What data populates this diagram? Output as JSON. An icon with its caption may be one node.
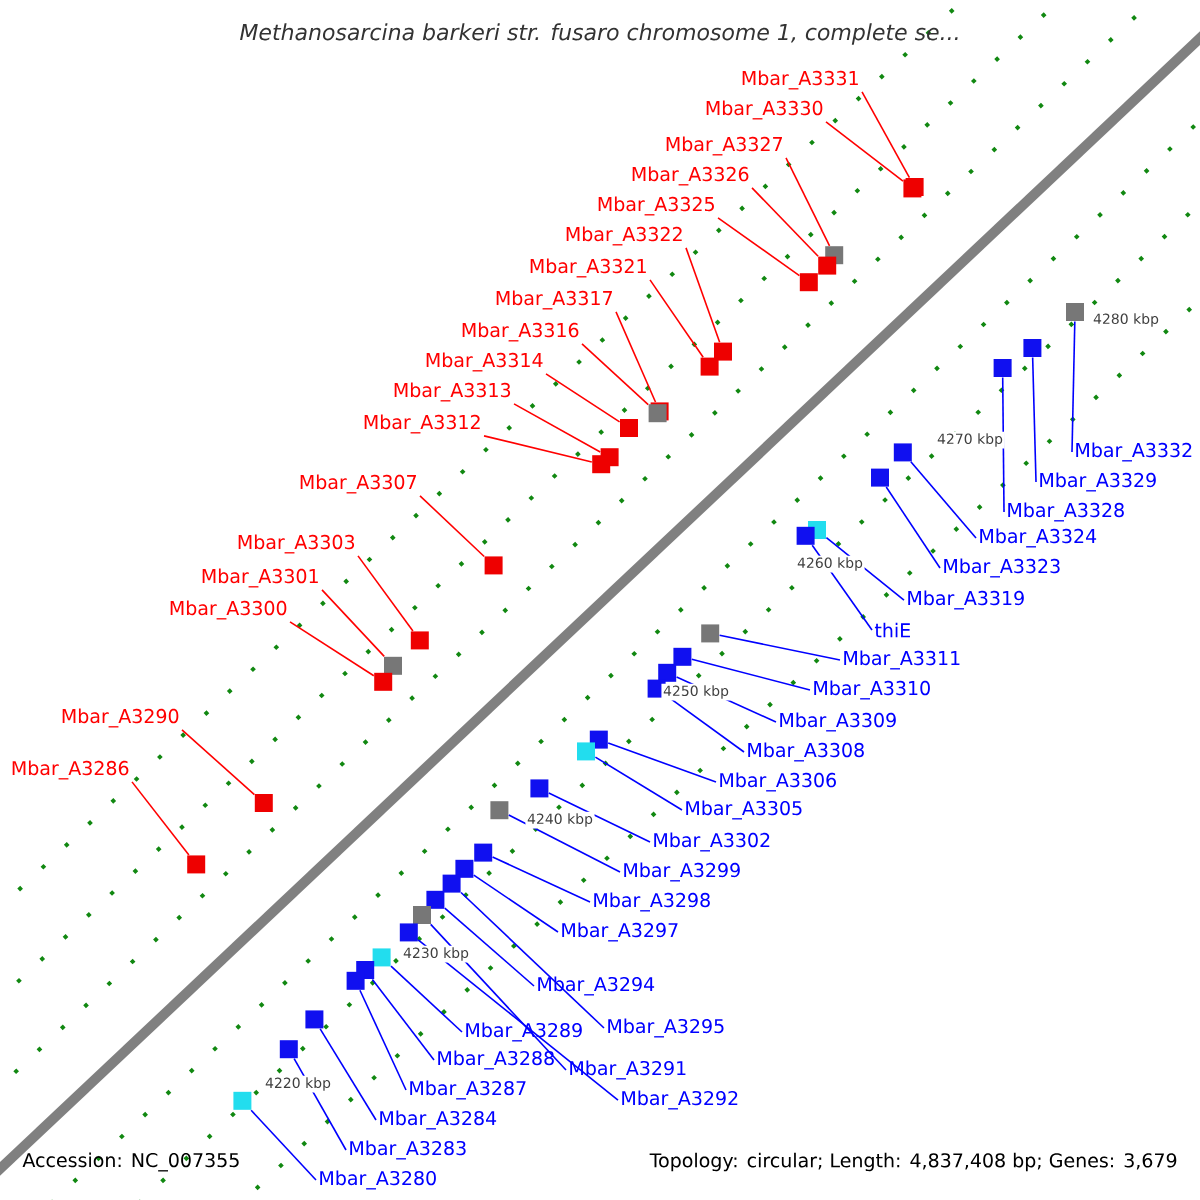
{
  "diagram": {
    "title": "Methanosarcina barkeri str. fusaro chromosome 1, complete se...",
    "nodes": [
      {
        "text": [
          "Mbar_A3331"
        ]
      },
      {
        "text": [
          "Mbar_A3330"
        ]
      },
      {
        "text": [
          "Mbar_A3327"
        ]
      },
      {
        "text": [
          "Mbar_A3326"
        ]
      },
      {
        "text": [
          "Mbar_A3325"
        ]
      },
      {
        "text": [
          "Mbar_A3322"
        ]
      },
      {
        "text": [
          "Mbar_A3321"
        ]
      },
      {
        "text": [
          "Mbar_A3317"
        ]
      },
      {
        "text": [
          "Mbar_A3316"
        ]
      },
      {
        "text": [
          "Mbar_A3314"
        ]
      },
      {
        "text": [
          "Mbar_A3313"
        ]
      },
      {
        "text": [
          "Mbar_A3312"
        ]
      },
      {
        "text": [
          "Mbar_A3307"
        ]
      },
      {
        "text": [
          "Mbar_A3303"
        ]
      },
      {
        "text": [
          "Mbar_A3301"
        ]
      },
      {
        "text": [
          "Mbar_A3300"
        ]
      },
      {
        "text": [
          "Mbar_A3290"
        ]
      },
      {
        "text": [
          "Mbar_A3286"
        ]
      },
      {
        "text": [
          "Mbar_A3332"
        ]
      },
      {
        "text": [
          "Mbar_A3329"
        ]
      },
      {
        "text": [
          "Mbar_A3328"
        ]
      },
      {
        "text": [
          "Mbar_A3324"
        ]
      },
      {
        "text": [
          "Mbar_A3323"
        ]
      },
      {
        "text": [
          "Mbar_A3319"
        ]
      },
      {
        "text": [
          "thiE"
        ]
      },
      {
        "text": [
          "Mbar_A3311"
        ]
      },
      {
        "text": [
          "Mbar_A3310"
        ]
      },
      {
        "text": [
          "Mbar_A3309"
        ]
      },
      {
        "text": [
          "Mbar_A3308"
        ]
      },
      {
        "text": [
          "Mbar_A3306"
        ]
      },
      {
        "text": [
          "Mbar_A3305"
        ]
      },
      {
        "text": [
          "Mbar_A3302"
        ]
      },
      {
        "text": [
          "Mbar_A3299"
        ]
      },
      {
        "text": [
          "Mbar_A3298"
        ]
      },
      {
        "text": [
          "Mbar_A3297"
        ]
      },
      {
        "text": [
          "Mbar_A3294"
        ]
      },
      {
        "text": [
          "Mbar_A3295"
        ]
      },
      {
        "text": [
          "Mbar_A3289"
        ]
      },
      {
        "text": [
          "Mbar_A3288"
        ]
      },
      {
        "text": [
          "Mbar_A3291"
        ]
      },
      {
        "text": [
          "Mbar_A3287"
        ]
      },
      {
        "text": [
          "Mbar_A3292"
        ]
      },
      {
        "text": [
          "Mbar_A3284"
        ]
      },
      {
        "text": [
          "Mbar_A3283"
        ]
      },
      {
        "text": [
          "Mbar_A3280"
        ]
      },
      {
        "text": [],
        "shape": "box"
      },
      {
        "text": [],
        "shape": "box"
      },
      {
        "text": [],
        "shape": "box"
      },
      {
        "text": [],
        "shape": "box"
      },
      {
        "text": [],
        "shape": "box"
      },
      {
        "text": [],
        "shape": "box"
      },
      {
        "text": [],
        "shape": "box"
      },
      {
        "text": [],
        "shape": "box"
      },
      {
        "text": [],
        "shape": "box"
      },
      {
        "text": [],
        "shape": "box"
      },
      {
        "text": [],
        "shape": "box"
      },
      {
        "text": [],
        "shape": "box"
      },
      {
        "text": [],
        "shape": "box"
      },
      {
        "text": [],
        "shape": "box"
      },
      {
        "text": [],
        "shape": "box"
      },
      {
        "text": [],
        "shape": "box"
      },
      {
        "text": [],
        "shape": "box"
      },
      {
        "text": [],
        "shape": "box"
      },
      {
        "text": [],
        "shape": "box"
      },
      {
        "text": [],
        "shape": "box"
      },
      {
        "text": [],
        "shape": "box"
      },
      {
        "text": [],
        "shape": "box"
      },
      {
        "text": [],
        "shape": "box"
      },
      {
        "text": [],
        "shape": "box"
      },
      {
        "text": [],
        "shape": "box"
      },
      {
        "text": [],
        "shape": "box"
      },
      {
        "text": [],
        "shape": "box"
      },
      {
        "text": [],
        "shape": "box"
      },
      {
        "text": [],
        "shape": "box"
      },
      {
        "text": [],
        "shape": "box"
      },
      {
        "text": [],
        "shape": "box"
      },
      {
        "text": [],
        "shape": "box"
      },
      {
        "text": [],
        "shape": "box"
      },
      {
        "text": [],
        "shape": "box"
      },
      {
        "text": [],
        "shape": "box"
      },
      {
        "text": [],
        "shape": "box"
      },
      {
        "text": [],
        "shape": "box"
      },
      {
        "text": [],
        "shape": "box"
      },
      {
        "text": [],
        "shape": "box"
      },
      {
        "text": [],
        "shape": "box"
      },
      {
        "text": [],
        "shape": "box"
      },
      {
        "text": [],
        "shape": "box"
      },
      {
        "text": [],
        "shape": "box"
      },
      {
        "text": [],
        "shape": "box"
      },
      {
        "text": [],
        "shape": "box"
      }
    ],
    "edges": [
      {
        "from": 0,
        "to": 45,
        "arrow": "none",
        "color": "#ff0000"
      },
      {
        "from": 1,
        "to": 46,
        "arrow": "none",
        "color": "#ff0000"
      },
      {
        "from": 2,
        "to": 47,
        "arrow": "none",
        "color": "#ff0000"
      },
      {
        "from": 3,
        "to": 48,
        "arrow": "none",
        "color": "#ff0000"
      },
      {
        "from": 4,
        "to": 49,
        "arrow": "none",
        "color": "#ff0000"
      },
      {
        "from": 5,
        "to": 50,
        "arrow": "none",
        "color": "#ff0000"
      },
      {
        "from": 6,
        "to": 51,
        "arrow": "none",
        "color": "#ff0000"
      },
      {
        "from": 7,
        "to": 52,
        "arrow": "none",
        "color": "#ff0000"
      },
      {
        "from": 8,
        "to": 53,
        "arrow": "none",
        "color": "#ff0000"
      },
      {
        "from": 9,
        "to": 54,
        "arrow": "none",
        "color": "#ff0000"
      },
      {
        "from": 10,
        "to": 55,
        "arrow": "none",
        "color": "#ff0000"
      },
      {
        "from": 11,
        "to": 56,
        "arrow": "none",
        "color": "#ff0000"
      },
      {
        "from": 12,
        "to": 57,
        "arrow": "none",
        "color": "#ff0000"
      },
      {
        "from": 13,
        "to": 58,
        "arrow": "none",
        "color": "#ff0000"
      },
      {
        "from": 14,
        "to": 59,
        "arrow": "none",
        "color": "#ff0000"
      },
      {
        "from": 15,
        "to": 60,
        "arrow": "none",
        "color": "#ff0000"
      },
      {
        "from": 16,
        "to": 61,
        "arrow": "none",
        "color": "#ff0000"
      },
      {
        "from": 17,
        "to": 62,
        "arrow": "none",
        "color": "#ff0000"
      },
      {
        "from": 18,
        "to": 63,
        "arrow": "none",
        "color": "#0000ff"
      },
      {
        "from": 19,
        "to": 64,
        "arrow": "none",
        "color": "#0000ff"
      },
      {
        "from": 20,
        "to": 65,
        "arrow": "none",
        "color": "#0000ff"
      },
      {
        "from": 21,
        "to": 66,
        "arrow": "none",
        "color": "#0000ff"
      },
      {
        "from": 22,
        "to": 67,
        "arrow": "none",
        "color": "#0000ff"
      },
      {
        "from": 23,
        "to": 68,
        "arrow": "none",
        "color": "#0000ff"
      },
      {
        "from": 24,
        "to": 69,
        "arrow": "none",
        "color": "#0000ff"
      },
      {
        "from": 25,
        "to": 70,
        "arrow": "none",
        "color": "#0000ff"
      },
      {
        "from": 26,
        "to": 71,
        "arrow": "none",
        "color": "#0000ff"
      },
      {
        "from": 27,
        "to": 72,
        "arrow": "none",
        "color": "#0000ff"
      },
      {
        "from": 28,
        "to": 73,
        "arrow": "none",
        "color": "#0000ff"
      },
      {
        "from": 29,
        "to": 74,
        "arrow": "none",
        "color": "#0000ff"
      },
      {
        "from": 30,
        "to": 75,
        "arrow": "none",
        "color": "#0000ff"
      },
      {
        "from": 31,
        "to": 76,
        "arrow": "none",
        "color": "#0000ff"
      },
      {
        "from": 32,
        "to": 77,
        "arrow": "none",
        "color": "#0000ff"
      },
      {
        "from": 33,
        "to": 78,
        "arrow": "none",
        "color": "#0000ff"
      },
      {
        "from": 34,
        "to": 79,
        "arrow": "none",
        "color": "#0000ff"
      },
      {
        "from": 35,
        "to": 80,
        "arrow": "none",
        "color": "#0000ff"
      },
      {
        "from": 36,
        "to": 81,
        "arrow": "none",
        "color": "#0000ff"
      },
      {
        "from": 37,
        "to": 82,
        "arrow": "none",
        "color": "#0000ff"
      },
      {
        "from": 38,
        "to": 83,
        "arrow": "none",
        "color": "#0000ff"
      },
      {
        "from": 39,
        "to": 84,
        "arrow": "none",
        "color": "#0000ff"
      },
      {
        "from": 40,
        "to": 85,
        "arrow": "none",
        "color": "#0000ff"
      },
      {
        "from": 41,
        "to": 86,
        "arrow": "none",
        "color": "#0000ff"
      },
      {
        "from": 42,
        "to": 87,
        "arrow": "none",
        "color": "#0000ff"
      },
      {
        "from": 43,
        "to": 88,
        "arrow": "none",
        "color": "#0000ff"
      },
      {
        "from": 44,
        "to": 89,
        "arrow": "none",
        "color": "#0000ff"
      }
    ],
    "labels": [
      "4280 kbp",
      "4270 kbp",
      "4260 kbp",
      "4250 kbp",
      "4240 kbp",
      "4230 kbp",
      "4220 kbp",
      "Accession: NC_007355",
      "Topology: circular; Length: 4,837,408 bp; Genes: 3,679"
    ]
  }
}
